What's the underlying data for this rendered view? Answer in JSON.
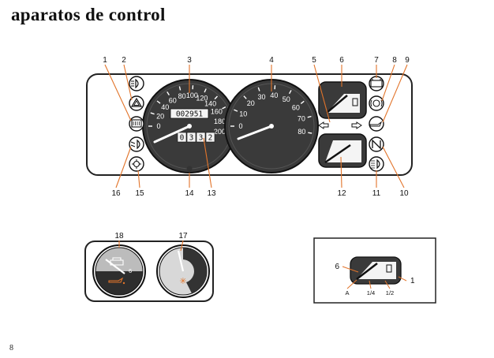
{
  "page": {
    "title": "aparatos de control",
    "number": "8"
  },
  "panel": {
    "callouts_top": [
      "1",
      "2",
      "3",
      "4",
      "5",
      "6",
      "7",
      "8",
      "9"
    ],
    "callouts_bottom": [
      "16",
      "15",
      "14",
      "13",
      "12",
      "11",
      "10"
    ],
    "speedometer": {
      "scale": [
        "0",
        "20",
        "40",
        "60",
        "80",
        "100",
        "120",
        "140",
        "160",
        "180",
        "200"
      ],
      "odometer": "002951",
      "trip": [
        "0",
        "3",
        "3",
        "2"
      ]
    },
    "tachometer": {
      "scale": [
        "0",
        "10",
        "20",
        "30",
        "40",
        "50",
        "60",
        "70",
        "80"
      ]
    }
  },
  "aux_gauges": {
    "callouts": [
      "18",
      "17"
    ]
  },
  "detail": {
    "callouts": [
      "6",
      "1"
    ],
    "labels": [
      "A",
      "1/4",
      "1/2"
    ]
  },
  "colors": {
    "callout_line": "#e2742a",
    "dial": "#3a3a3a",
    "panel_border": "#222222"
  }
}
